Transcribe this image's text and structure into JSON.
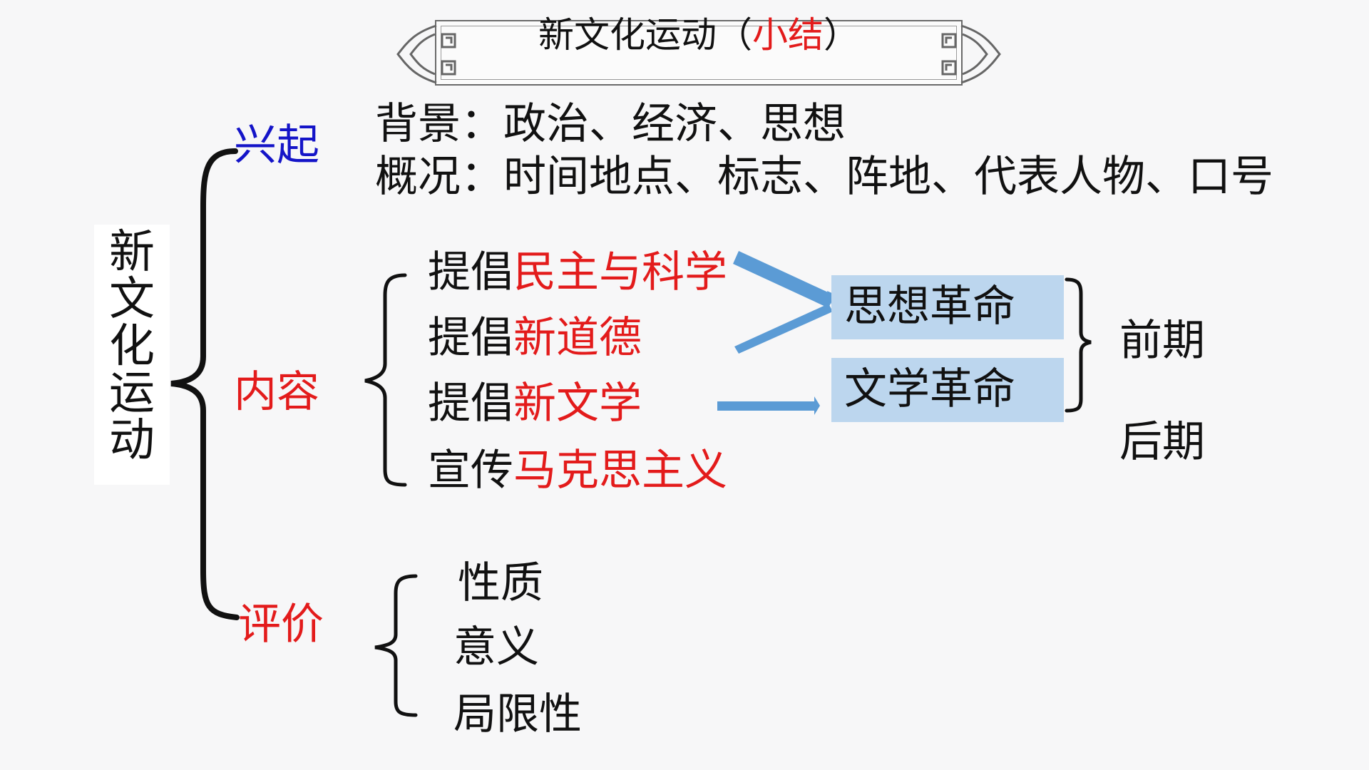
{
  "title": {
    "main": "新文化运动（",
    "highlight": "小结",
    "end": "）"
  },
  "root": {
    "chars": [
      "新",
      "文",
      "化",
      "运",
      "动"
    ]
  },
  "rise": {
    "label": "兴起",
    "background": "背景：政治、经济、思想",
    "overview": "概况：时间地点、标志、阵地、代表人物、口号"
  },
  "content": {
    "label": "内容",
    "items": [
      {
        "prefix": "提倡",
        "highlight": "民主与科学"
      },
      {
        "prefix": "提倡",
        "highlight": "新道德"
      },
      {
        "prefix": "提倡",
        "highlight": "新文学"
      },
      {
        "prefix": "宣传",
        "highlight": "马克思主义"
      }
    ]
  },
  "revolutions": {
    "thought": "思想革命",
    "literature": "文学革命"
  },
  "periods": {
    "early": "前期",
    "late": "后期"
  },
  "evaluation": {
    "label": "评价",
    "items": [
      "性质",
      "意义",
      "局限性"
    ]
  },
  "colors": {
    "accent_red": "#e31b1b",
    "accent_blue": "#1414c8",
    "highlight_box": "#bcd6ee",
    "arrow": "#5b9bd5"
  }
}
